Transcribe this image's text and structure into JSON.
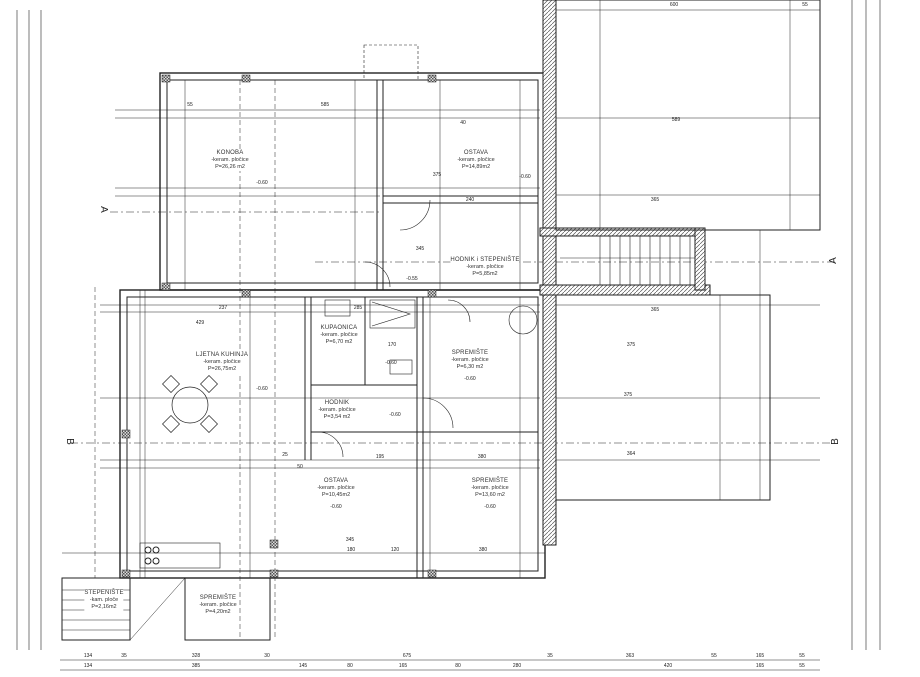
{
  "rooms": [
    {
      "name": "KONOBA",
      "finish": "-keram. pločice",
      "area": "P=26,26 m2"
    },
    {
      "name": "OSTAVA",
      "finish": "-keram. pločice",
      "area": "P=14,89m2"
    },
    {
      "name": "HODNIK i STEPENIŠTE",
      "finish": "-keram. pločice",
      "area": "P=5,85m2"
    },
    {
      "name": "KUPAONICA",
      "finish": "-keram. pločice",
      "area": "P=6,70 m2"
    },
    {
      "name": "SPREMIŠTE",
      "finish": "-keram. pločice",
      "area": "P=6,30 m2"
    },
    {
      "name": "LJETNA KUHINJA",
      "finish": "-keram. pločice",
      "area": "P=26,75m2"
    },
    {
      "name": "HODNIK",
      "finish": "-keram. pločice",
      "area": "P=3,54 m2"
    },
    {
      "name": "OSTAVA",
      "finish": "-keram. pločice",
      "area": "P=10,45m2"
    },
    {
      "name": "SPREMIŠTE",
      "finish": "-keram. pločice",
      "area": "P=13,60 m2"
    },
    {
      "name": "STEPENIŠTE",
      "finish": "-kam. ploče",
      "area": "P=2,16m2"
    },
    {
      "name": "SPREMIŠTE",
      "finish": "-keram. pločice",
      "area": "P=4,20m2"
    }
  ],
  "sections": {
    "a": "A",
    "b": "B"
  },
  "dimensions": {
    "bottom_row1": [
      "134",
      "35",
      "328",
      "30",
      "675",
      "35",
      "363",
      "55",
      "165",
      "55"
    ],
    "bottom_row2": [
      "134",
      "385",
      "145",
      "80",
      "165",
      "80",
      "280",
      "420",
      "165",
      "55"
    ],
    "top": [
      "600",
      "55"
    ],
    "interior": [
      "55",
      "585",
      "40",
      "375",
      "240",
      "345",
      "429",
      "237",
      "365",
      "589",
      "365",
      "375",
      "364",
      "375",
      "195",
      "285",
      "380",
      "345",
      "180",
      "120",
      "380",
      "170",
      "25",
      "50"
    ]
  },
  "levels": [
    "-0.60",
    "-0.60",
    "-0.55",
    "-0.60",
    "-0.60",
    "-0.60",
    "-0.60",
    "-0.60",
    "-0.60"
  ]
}
